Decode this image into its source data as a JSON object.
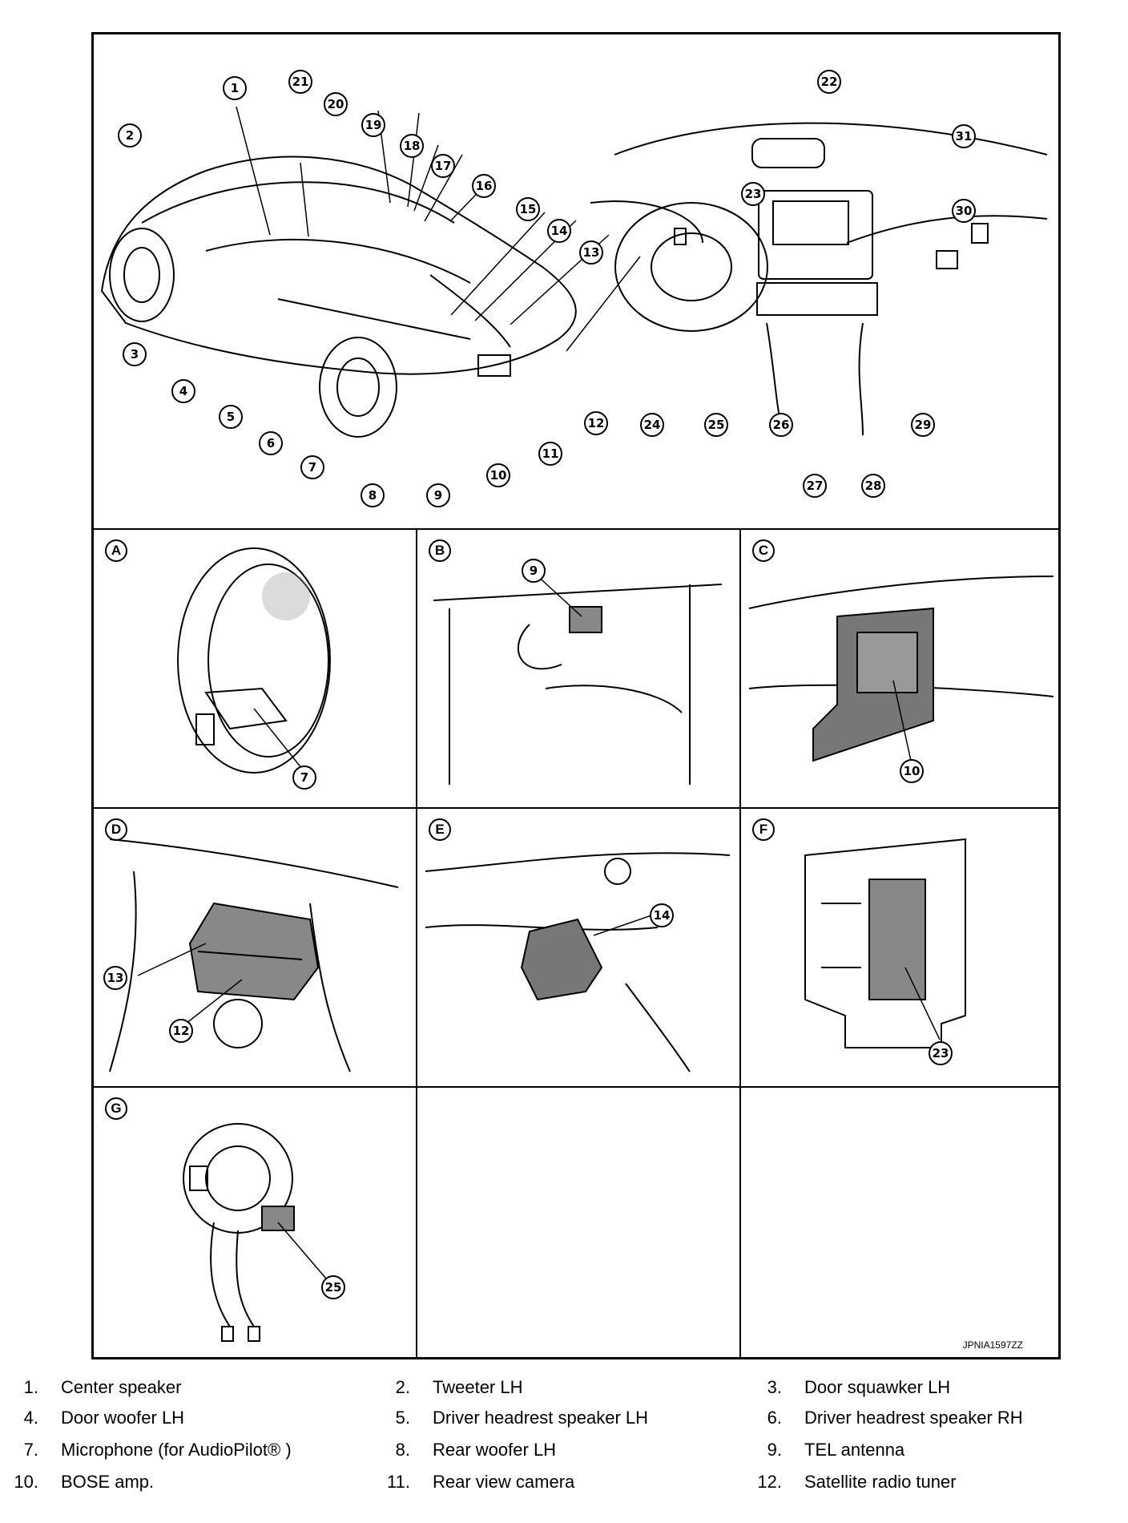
{
  "figure": {
    "code": "JPNIA1597ZZ",
    "callouts": [
      "1",
      "2",
      "3",
      "4",
      "5",
      "6",
      "7",
      "8",
      "9",
      "10",
      "11",
      "12",
      "13",
      "14",
      "15",
      "16",
      "17",
      "18",
      "19",
      "20",
      "21",
      "22",
      "23",
      "24",
      "25",
      "26",
      "27",
      "28",
      "29",
      "30",
      "31"
    ],
    "panels": [
      "A",
      "B",
      "C",
      "D",
      "E",
      "F",
      "G"
    ]
  },
  "legend": [
    {
      "num": "1.",
      "label": "Center speaker"
    },
    {
      "num": "2.",
      "label": "Tweeter LH"
    },
    {
      "num": "3.",
      "label": "Door squawker LH"
    },
    {
      "num": "4.",
      "label": "Door woofer LH"
    },
    {
      "num": "5.",
      "label": "Driver headrest speaker LH"
    },
    {
      "num": "6.",
      "label": "Driver headrest speaker RH"
    },
    {
      "num": "7.",
      "label": "Microphone (for AudioPilot® )"
    },
    {
      "num": "8.",
      "label": "Rear woofer LH"
    },
    {
      "num": "9.",
      "label": "TEL antenna"
    },
    {
      "num": "10.",
      "label": "BOSE amp."
    },
    {
      "num": "11.",
      "label": "Rear view camera"
    },
    {
      "num": "12.",
      "label": "Satellite radio tuner"
    }
  ]
}
